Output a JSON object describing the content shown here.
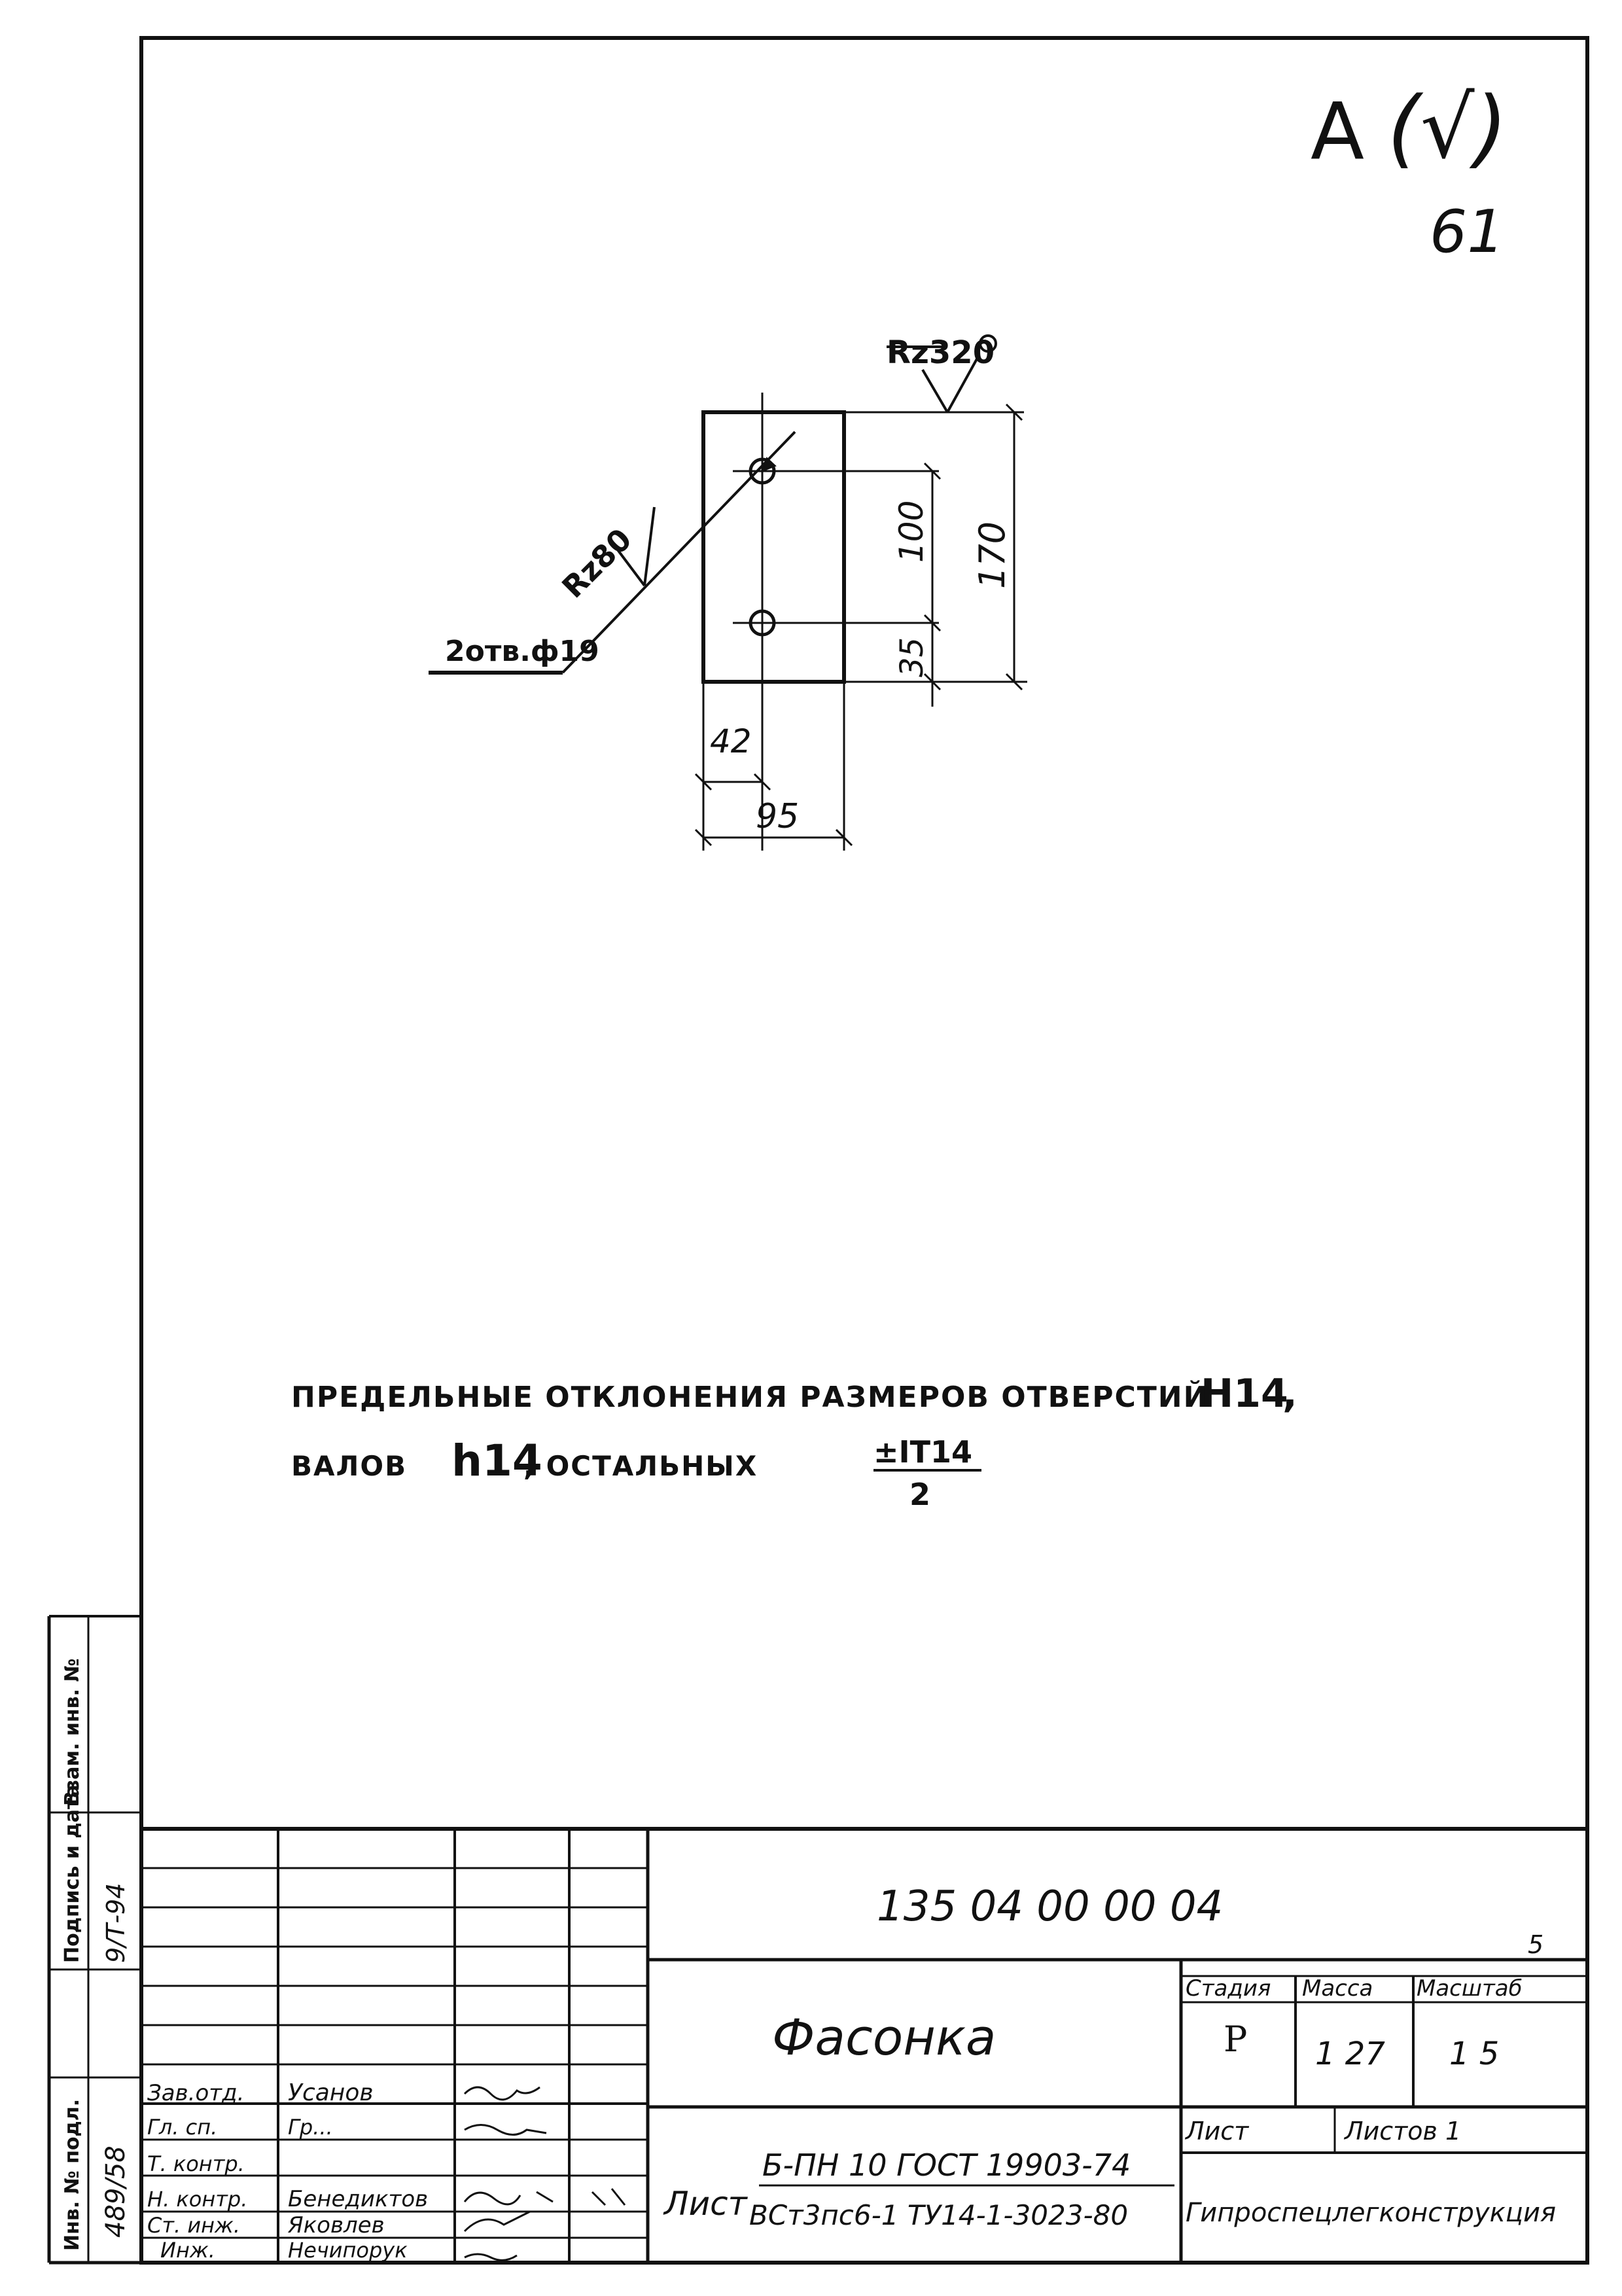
{
  "corner": {
    "symbol_main": "∀",
    "symbol_paren": "(√)",
    "sheet_number": "61"
  },
  "drawing": {
    "roughness_edge": "Rz320",
    "roughness_hole": "Rz80",
    "hole_callout": "2отв.ф19",
    "dim_100": "100",
    "dim_170": "170",
    "dim_35": "35",
    "dim_42": "42",
    "dim_95": "95"
  },
  "note": {
    "line1_text": "ПРЕДЕЛЬНЫЕ ОТКЛОНЕНИЯ РАЗМЕРОВ ОТВЕРСТИЙ",
    "line1_value": "H14",
    "line1_end": ",",
    "line2_text1": "ВАЛОВ",
    "line2_value": "h14",
    "line2_text2": ", ОСТАЛЬНЫХ",
    "fraction_num": "±IT14",
    "fraction_den": "2"
  },
  "side_stamp": {
    "inv_orig": "Инв. № подл.",
    "sign_date": "Подпись и дата",
    "vzam": "Взам. инв. №",
    "inv_value": "489/58",
    "sign_value": "9/Т-94"
  },
  "title_block": {
    "code": "135 04 00 00 04",
    "title": "Фасонка",
    "stage_label": "Стадия",
    "mass_label": "Масса",
    "scale_label": "Масштаб",
    "stage_value": "Р",
    "mass_value": "1 27",
    "scale_value": "1 5",
    "sheet_label": "Лист",
    "sheets_label": "Листов 1",
    "sheet_word": "Лист",
    "material_top": "Б-ПН 10 ГОСТ 19903-74",
    "material_bottom": "ВСт3пс6-1 ТУ14-1-3023-80",
    "org": "Гипроспецлегконструкция",
    "format_number": "5",
    "roles": [
      "Зав.отд.",
      "Гл. сп.",
      "Т. контр.",
      "Н. контр.",
      "Ст. инж.",
      "Инж."
    ],
    "names": [
      "Усанов",
      "Гр...",
      "",
      "Бенедиктов",
      "Яковлев",
      "Нечипорук"
    ]
  }
}
